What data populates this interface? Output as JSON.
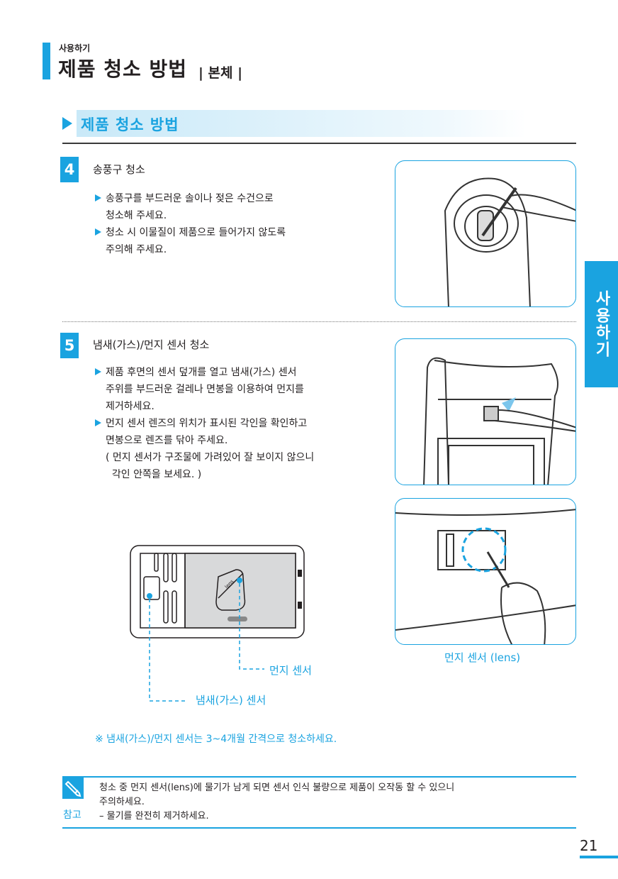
{
  "header": {
    "breadcrumb": "사용하기",
    "title": "제품 청소 방법",
    "subtitle": "| 본체 |"
  },
  "section": {
    "title": "제품 청소 방법"
  },
  "side_tab": "사용하기",
  "steps": [
    {
      "number": "4",
      "title": "송풍구 청소",
      "bullets": [
        [
          "송풍구를 부드러운 솔이나 젖은 수건으로",
          "청소해 주세요."
        ],
        [
          "청소 시 이물질이 제품으로 들어가지 않도록",
          "주의해 주세요."
        ]
      ]
    },
    {
      "number": "5",
      "title": "냄새(가스)/먼지 센서 청소",
      "bullets": [
        [
          "제품 후면의 센서 덮개를 열고 냄새(가스) 센서",
          "주위를 부드러운 걸레나 면봉을 이용하여 먼지를",
          "제거하세요."
        ],
        [
          "먼지 센서 렌즈의 위치가 표시된 각인을 확인하고",
          "면봉으로 렌즈를 닦아 주세요.",
          "( 먼지 센서가 구조물에 가려있어 잘 보이지 않으니",
          "  각인 안쪽을 보세요. )"
        ]
      ]
    }
  ],
  "diagram": {
    "dust_label": "먼지 센서",
    "gas_label": "냄새(가스) 센서",
    "lens_mark": "lens"
  },
  "photo_caption": "먼지 센서 (lens)",
  "footnote": "※ 냄새(가스)/먼지 센서는 3~4개월 간격으로 청소하세요.",
  "note": {
    "label": "참고",
    "lines": [
      "청소 중 먼지 센서(lens)에 물기가 남게 되면 센서 인식 불량으로 제품이 오작동 할 수 있으니",
      "주의하세요.",
      "– 물기를 완전히 제거하세요."
    ]
  },
  "page_number": "21",
  "colors": {
    "accent": "#1aa3e0"
  }
}
